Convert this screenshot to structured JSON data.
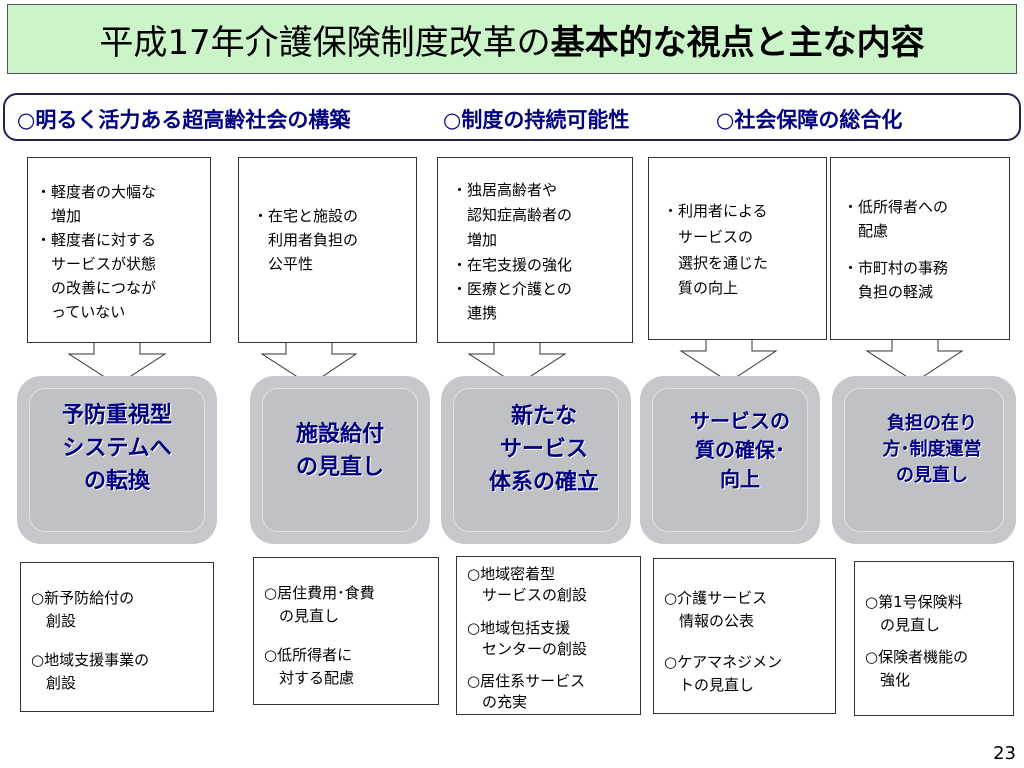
{
  "title": {
    "normal": "平成17年介護保険制度改革の",
    "bold": "基本的な視点と主な内容"
  },
  "viewpoints": [
    "○明るく活力ある超高齢社会の構築",
    "○制度の持続可能性",
    "○社会保障の総合化"
  ],
  "columns": [
    {
      "issues": [
        "・軽度者の大幅な",
        "　増加",
        "・軽度者に対する",
        "　サービスが状態",
        "　の改善につなが",
        "　っていない"
      ],
      "measure": [
        "予防重視型",
        "システムへ",
        "の転換"
      ],
      "contents": [
        "○新予防給付の",
        "　創設",
        "○地域支援事業の",
        "　創設"
      ]
    },
    {
      "issues": [
        "・在宅と施設の",
        "　利用者負担の",
        "　公平性"
      ],
      "measure": [
        "施設給付",
        "の見直し"
      ],
      "contents": [
        "○居住費用･食費",
        "　の見直し",
        "○低所得者に",
        "　対する配慮"
      ]
    },
    {
      "issues": [
        "・独居高齢者や",
        "　認知症高齢者の",
        "　増加",
        "・在宅支援の強化",
        "・医療と介護との",
        "　連携"
      ],
      "measure": [
        "新たな",
        "サービス",
        "体系の確立"
      ],
      "contents": [
        "○地域密着型",
        "　サービスの創設",
        "○地域包括支援",
        "　センターの創設",
        "○居住系サービス",
        "　の充実"
      ]
    },
    {
      "issues": [
        "・利用者による",
        "　サービスの",
        "　選択を通じた",
        "　質の向上"
      ],
      "measure": [
        "サービスの",
        "質の確保･",
        "向上"
      ],
      "contents": [
        "○介護サービス",
        "　情報の公表",
        "○ケアマネジメン",
        "　トの見直し"
      ]
    },
    {
      "issues": [
        "・低所得者への",
        "　配慮",
        "・市町村の事務",
        "　負担の軽減"
      ],
      "measure": [
        "負担の在り",
        "方･制度運営",
        "の見直し"
      ],
      "contents": [
        "○第1号保険料",
        "　の見直し",
        "○保険者機能の",
        "　強化"
      ]
    }
  ],
  "page_number": "23"
}
